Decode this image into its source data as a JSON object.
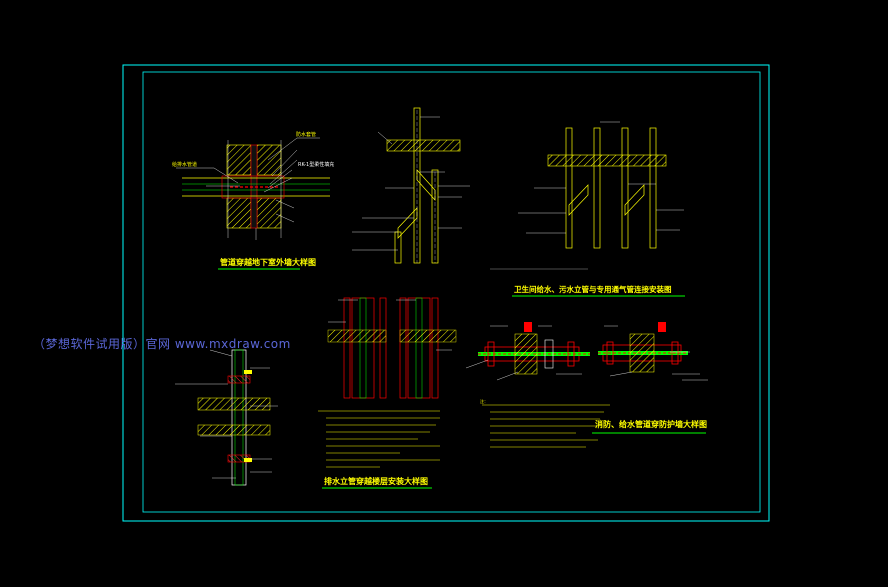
{
  "watermark": "（梦想软件试用版）官网 www.mxdraw.com",
  "titles": {
    "detail1": "管道穿越地下室外墙大样图",
    "detail2": "卫生间给水、污水立管与专用通气管连接安装图",
    "detail3": "排水立管穿越楼层安装大样图",
    "detail4": "消防、给水管道穿防护墙大样图"
  },
  "labels": {
    "rk_seal": "RK-1型柔性填充",
    "note_header": "注：",
    "wall_sleeve": "防水套管",
    "pipe_side": "给排水管道"
  },
  "colors": {
    "frame": "#00ffff",
    "wall": "#ffff00",
    "pipe": "#00ff00",
    "seal": "#ff0000",
    "leader": "#ffffff"
  }
}
